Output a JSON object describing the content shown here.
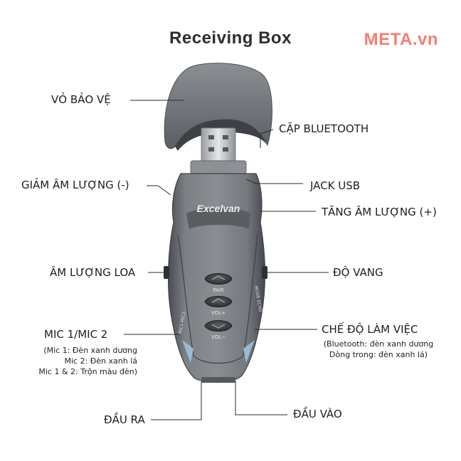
{
  "title": "Receiving  Box",
  "brand": "META.vn",
  "labels": {
    "protective_cover": "VỎ BẢO VỆ",
    "bluetooth_pair": "CẶP BLUETOOTH",
    "volume_down": "GIẢM ÂM LƯỢNG (-)",
    "usb_jack": "JACK USB",
    "volume_up": "TĂNG ÂM LƯỢNG (+)",
    "speaker_volume": "ÂM LƯỢNG LOA",
    "echo": "ĐỘ VANG",
    "mic_select": "MIC 1/MIC 2",
    "mic_notes": [
      "(Mic 1: Đèn xanh dương",
      "Mic 2: Đèn xanh lá",
      "Mic 1 & 2: Trộn màu đèn)"
    ],
    "work_mode": "CHẾ ĐỘ LÀM VIỆC",
    "work_mode_notes": [
      "(Bluetooth: đèn xanh dương",
      "Dòng trong: đèn xanh lá)"
    ],
    "output": "ĐẦU RA",
    "input": "ĐẦU VÀO"
  },
  "device": {
    "logo": "Excelvan",
    "buttons": [
      "PAIR",
      "VOL+",
      "VOL−"
    ],
    "side_left_text": "MIC1 MIC2",
    "side_right_text": "MODE ECHO"
  },
  "colors": {
    "body": "#6f7378",
    "body_dark": "#4e5156",
    "accent_light": "#9fc6e4",
    "brand": "#f47e73"
  }
}
